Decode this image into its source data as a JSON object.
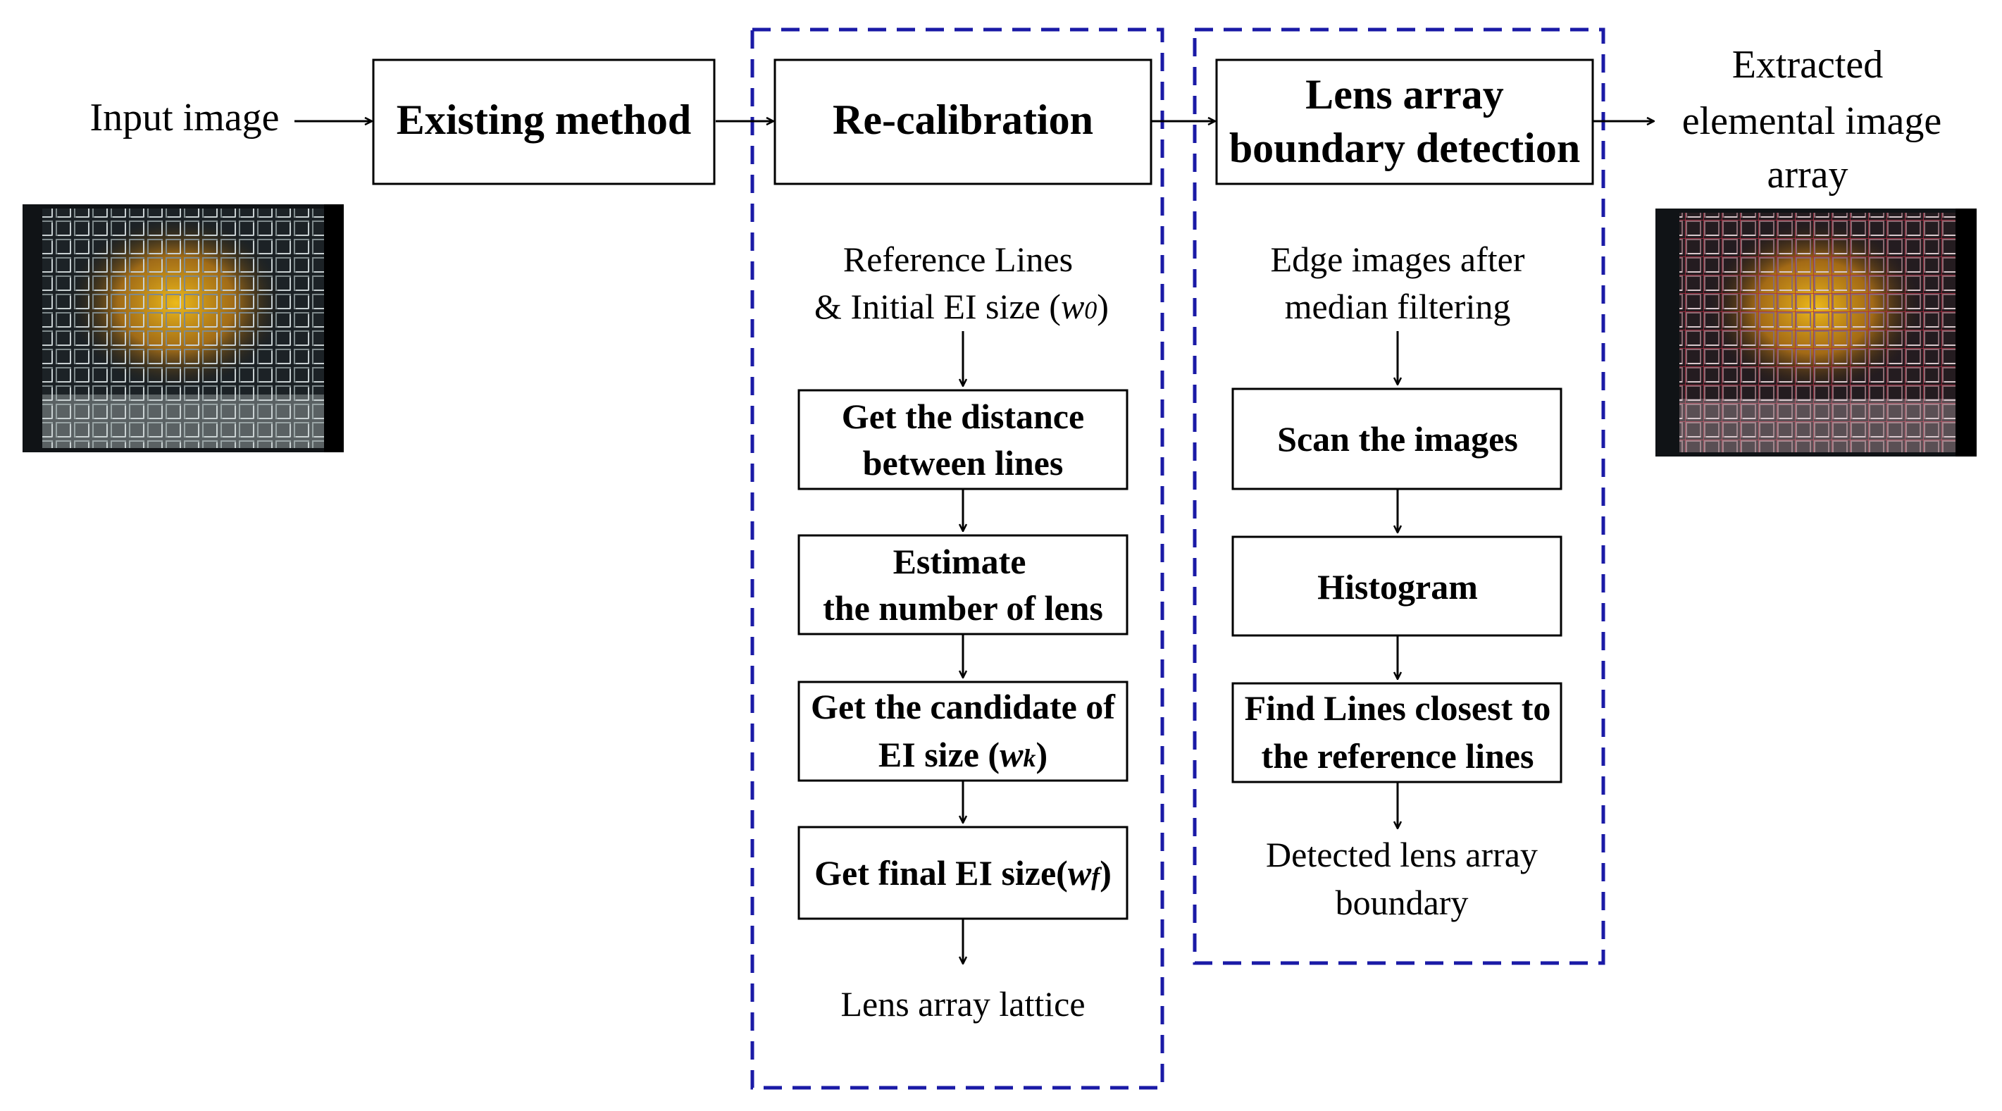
{
  "colors": {
    "dashed_group": "#1a1aa6",
    "box_stroke": "#000000",
    "text": "#000000"
  },
  "input": {
    "label": "Input image",
    "image_icon": "lens-array-photo"
  },
  "existing_method": {
    "label": "Existing method"
  },
  "recalibration": {
    "title": "Re-calibration",
    "input_line1": "Reference Lines",
    "input_line2_pre": "& Initial EI size (",
    "input_line2_var": "w",
    "input_line2_sub": "0",
    "input_line2_post": ")",
    "step1_line1": "Get the distance",
    "step1_line2": "between lines",
    "step2_line1": "Estimate",
    "step2_line2": "the number of lens",
    "step3_line1": "Get the candidate of",
    "step3_line2_pre": "EI size (",
    "step3_line2_var": "w",
    "step3_line2_sub": "k",
    "step3_line2_post": ")",
    "step4_pre": "Get final EI size(",
    "step4_var": "w",
    "step4_sub": "f",
    "step4_post": ")",
    "output": "Lens array lattice"
  },
  "boundary": {
    "title_line1": "Lens array",
    "title_line2": "boundary detection",
    "input_line1": "Edge images after",
    "input_line2": "median filtering",
    "step1": "Scan the images",
    "step2": "Histogram",
    "step3_line1": "Find Lines closest to",
    "step3_line2": "the reference lines",
    "output_line1": "Detected lens array",
    "output_line2": "boundary"
  },
  "output": {
    "line1": "Extracted",
    "line2": "elemental image",
    "line3": "array",
    "image_icon": "extracted-elemental-image-photo"
  }
}
